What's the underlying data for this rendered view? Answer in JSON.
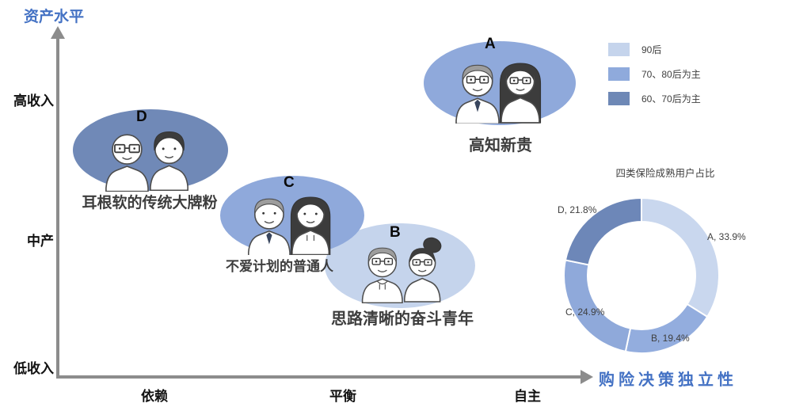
{
  "axes": {
    "y_title": "资产水平",
    "x_title": "购险决策独立性",
    "y_ticks": [
      "高收入",
      "中产",
      "低收入"
    ],
    "x_ticks": [
      "依赖",
      "平衡",
      "自主"
    ]
  },
  "legend": {
    "items": [
      {
        "label": "90后",
        "color": "#C5D4EC"
      },
      {
        "label": "70、80后为主",
        "color": "#8FAADC"
      },
      {
        "label": "60、70后为主",
        "color": "#6E88B6"
      }
    ]
  },
  "chart_data": [
    {
      "type": "scatter",
      "subtype": "persona-bubble-map",
      "xlabel": "购险决策独立性",
      "ylabel": "资产水平",
      "x_tick_labels": [
        "依赖",
        "平衡",
        "自主"
      ],
      "y_tick_labels": [
        "低收入",
        "中产",
        "高收入"
      ],
      "points": [
        {
          "name": "A",
          "caption": "高知新贵",
          "x": "平衡~自主",
          "y": "高收入",
          "age_group": "70、80后为主",
          "color": "#8FA9DB"
        },
        {
          "name": "B",
          "caption": "思路清晰的奋斗青年",
          "x": "平衡",
          "y": "中产",
          "age_group": "90后",
          "color": "#C5D4EC"
        },
        {
          "name": "C",
          "caption": "不爱计划的普通人",
          "x": "依赖~平衡",
          "y": "中产",
          "age_group": "70、80后为主",
          "color": "#8FA9DB"
        },
        {
          "name": "D",
          "caption": "耳根软的传统大牌粉",
          "x": "依赖",
          "y": "中产~高收入",
          "age_group": "60、70后为主",
          "color": "#7089B7"
        }
      ]
    },
    {
      "type": "pie",
      "donut": true,
      "title": "四类保险成熟用户占比",
      "start_angle": "top",
      "direction": "clockwise",
      "legend_position": "none",
      "segments": [
        {
          "name": "A",
          "value": 33.9,
          "display": "A, 33.9%",
          "color": "#C9D7EE"
        },
        {
          "name": "B",
          "value": 19.4,
          "display": "B, 19.4%",
          "color": "#93ADDE"
        },
        {
          "name": "C",
          "value": 24.9,
          "display": "C, 24.9%",
          "color": "#8FA9DA"
        },
        {
          "name": "D",
          "value": 21.8,
          "display": "D, 21.8%",
          "color": "#6D87B8"
        }
      ]
    }
  ]
}
